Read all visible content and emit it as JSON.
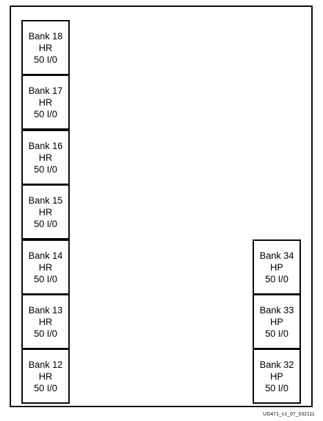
{
  "left_column": [
    {
      "name": "Bank 18",
      "type": "HR",
      "io": "50 I/0"
    },
    {
      "name": "Bank 17",
      "type": "HR",
      "io": "50 I/0"
    },
    {
      "name": "Bank 16",
      "type": "HR",
      "io": "50 I/0"
    },
    {
      "name": "Bank 15",
      "type": "HR",
      "io": "50 I/0"
    },
    {
      "name": "Bank 14",
      "type": "HR",
      "io": "50 I/0"
    },
    {
      "name": "Bank 13",
      "type": "HR",
      "io": "50 I/0"
    },
    {
      "name": "Bank 12",
      "type": "HR",
      "io": "50 I/0"
    }
  ],
  "right_column": [
    {
      "name": "Bank 34",
      "type": "HP",
      "io": "50 I/0"
    },
    {
      "name": "Bank 33",
      "type": "HP",
      "io": "50 I/0"
    },
    {
      "name": "Bank 32",
      "type": "HP",
      "io": "50 I/0"
    }
  ],
  "figure_id": "UG471_c1_07_032111"
}
